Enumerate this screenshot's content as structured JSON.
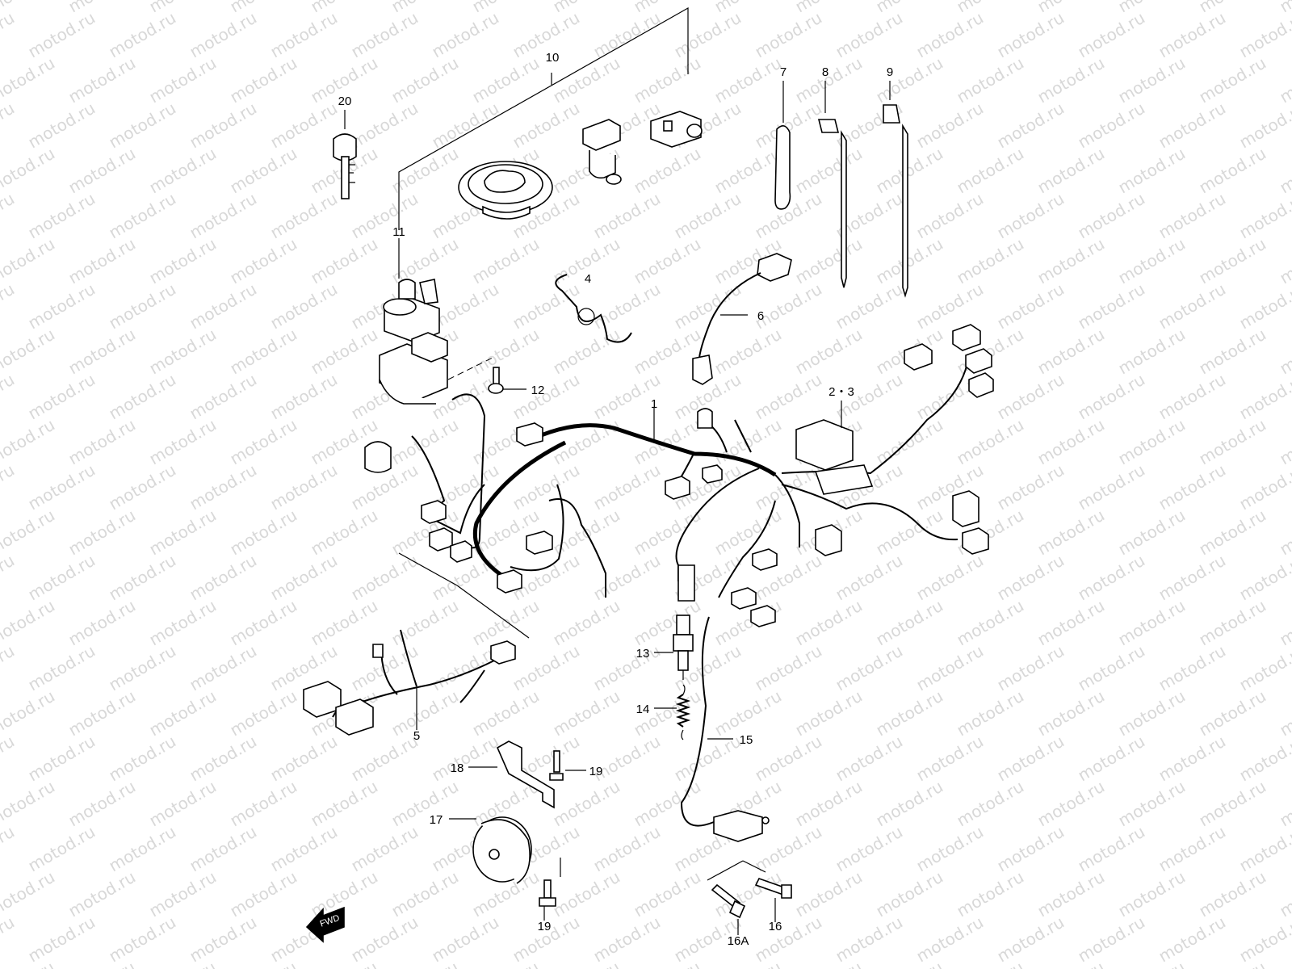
{
  "watermark": "motod.ru",
  "fwd_label": "FWD",
  "callouts": {
    "p1": "1",
    "p2_3": "2・3",
    "p4": "4",
    "p5": "5",
    "p6": "6",
    "p7": "7",
    "p8": "8",
    "p9": "9",
    "p10": "10",
    "p11": "11",
    "p12": "12",
    "p13": "13",
    "p14": "14",
    "p15": "15",
    "p16": "16",
    "p16a": "16A",
    "p17": "17",
    "p18": "18",
    "p19a": "19",
    "p19b": "19",
    "p20": "20"
  }
}
